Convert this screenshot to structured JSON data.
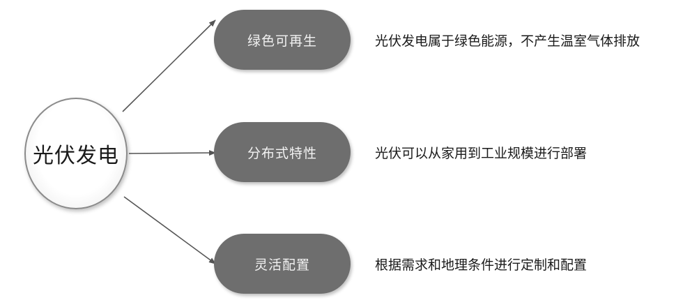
{
  "hub": {
    "label": "光伏发电"
  },
  "branches": [
    {
      "label": "绿色可再生",
      "description": "光伏发电属于绿色能源，不产生温室气体排放"
    },
    {
      "label": "分布式特性",
      "description": "光伏可以从家用到工业规模进行部署"
    },
    {
      "label": "灵活配置",
      "description": "根据需求和地理条件进行定制和配置"
    }
  ],
  "colors": {
    "node_fill": "#6e6e6e",
    "node_text": "#f2f2f2",
    "connector": "#555555",
    "hub_border": "#8a8a8a"
  }
}
